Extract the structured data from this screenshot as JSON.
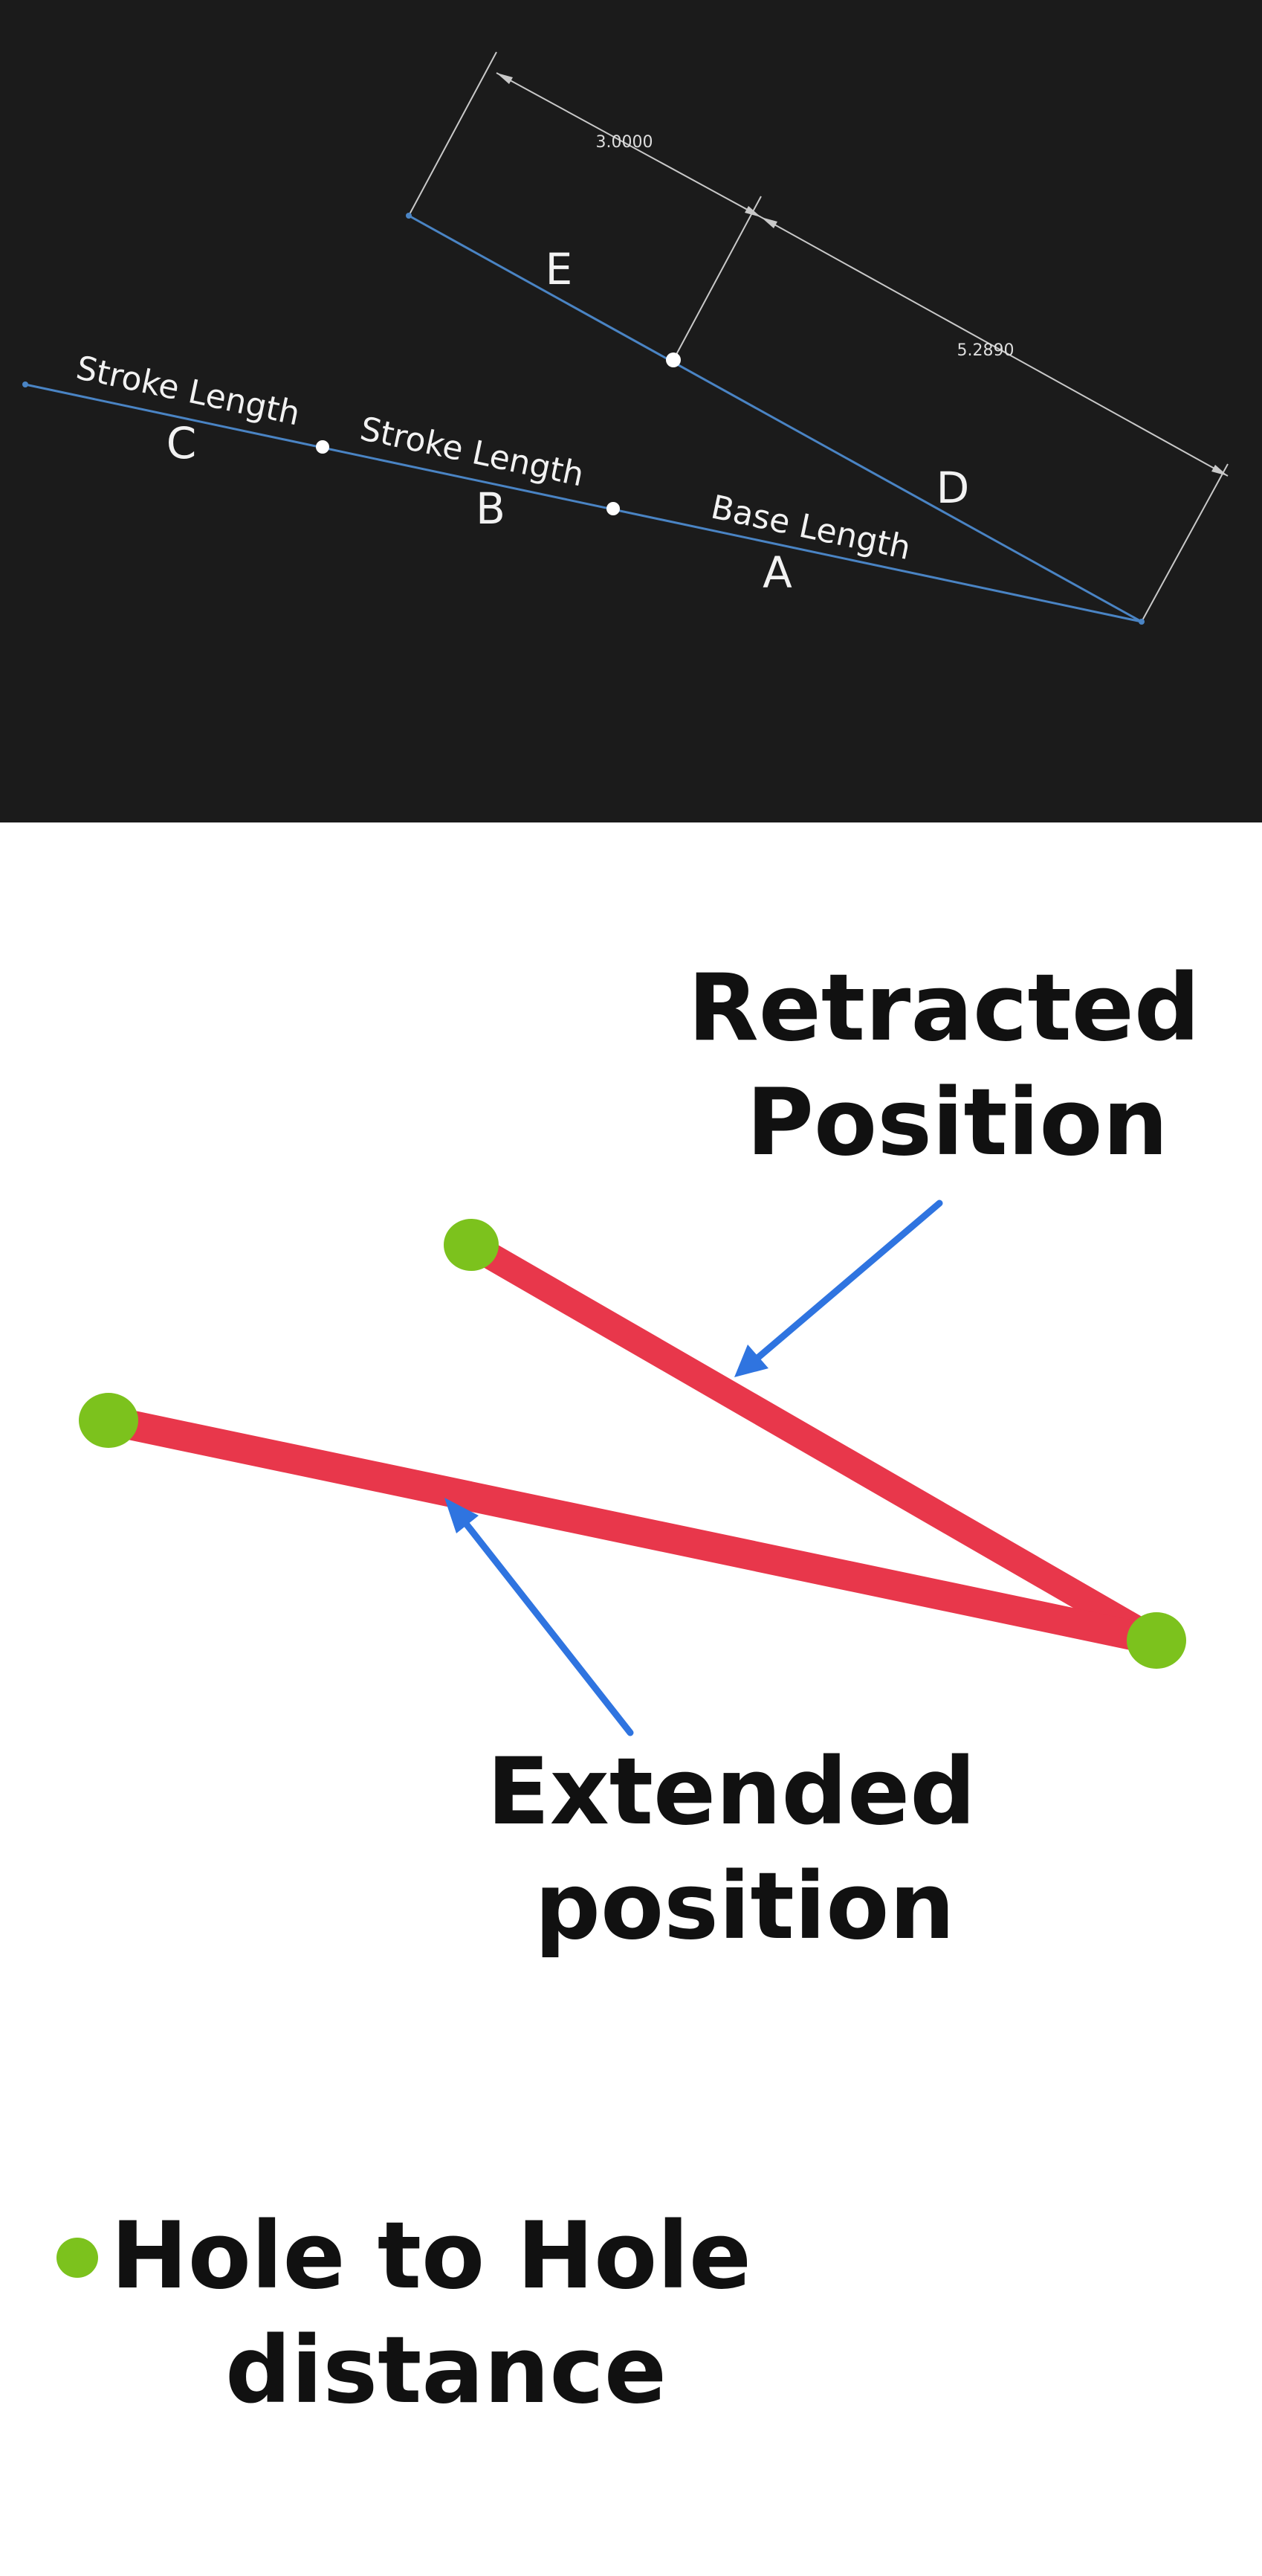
{
  "cad_diagram": {
    "dimension_top": "3.0000",
    "dimension_right": "5.2890",
    "labels": {
      "stroke_length_c": "Stroke Length",
      "stroke_length_b": "Stroke Length",
      "base_length": "Base Length",
      "letter_a": "A",
      "letter_b": "B",
      "letter_c": "C",
      "letter_d": "D",
      "letter_e": "E"
    }
  },
  "motion_diagram": {
    "retracted_label": [
      "Retracted",
      "Position"
    ],
    "extended_label": [
      "Extended",
      "position"
    ],
    "legend_label": [
      "Hole to Hole",
      "distance"
    ]
  },
  "colors": {
    "cad_background": "#1b1b1b",
    "cad_line": "#4a84c4",
    "dimension_line": "#c9c9c9",
    "actuator": "#e8374b",
    "hole_point": "#7cc21d",
    "arrow": "#2f74e0",
    "text_dark": "#111111"
  }
}
